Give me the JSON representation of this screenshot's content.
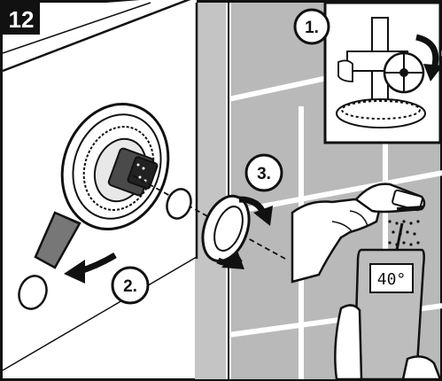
{
  "step_number": "12",
  "callouts": {
    "step1": "1.",
    "step2": "2.",
    "step3": "3."
  },
  "thermometer": {
    "reading": "40°"
  }
}
